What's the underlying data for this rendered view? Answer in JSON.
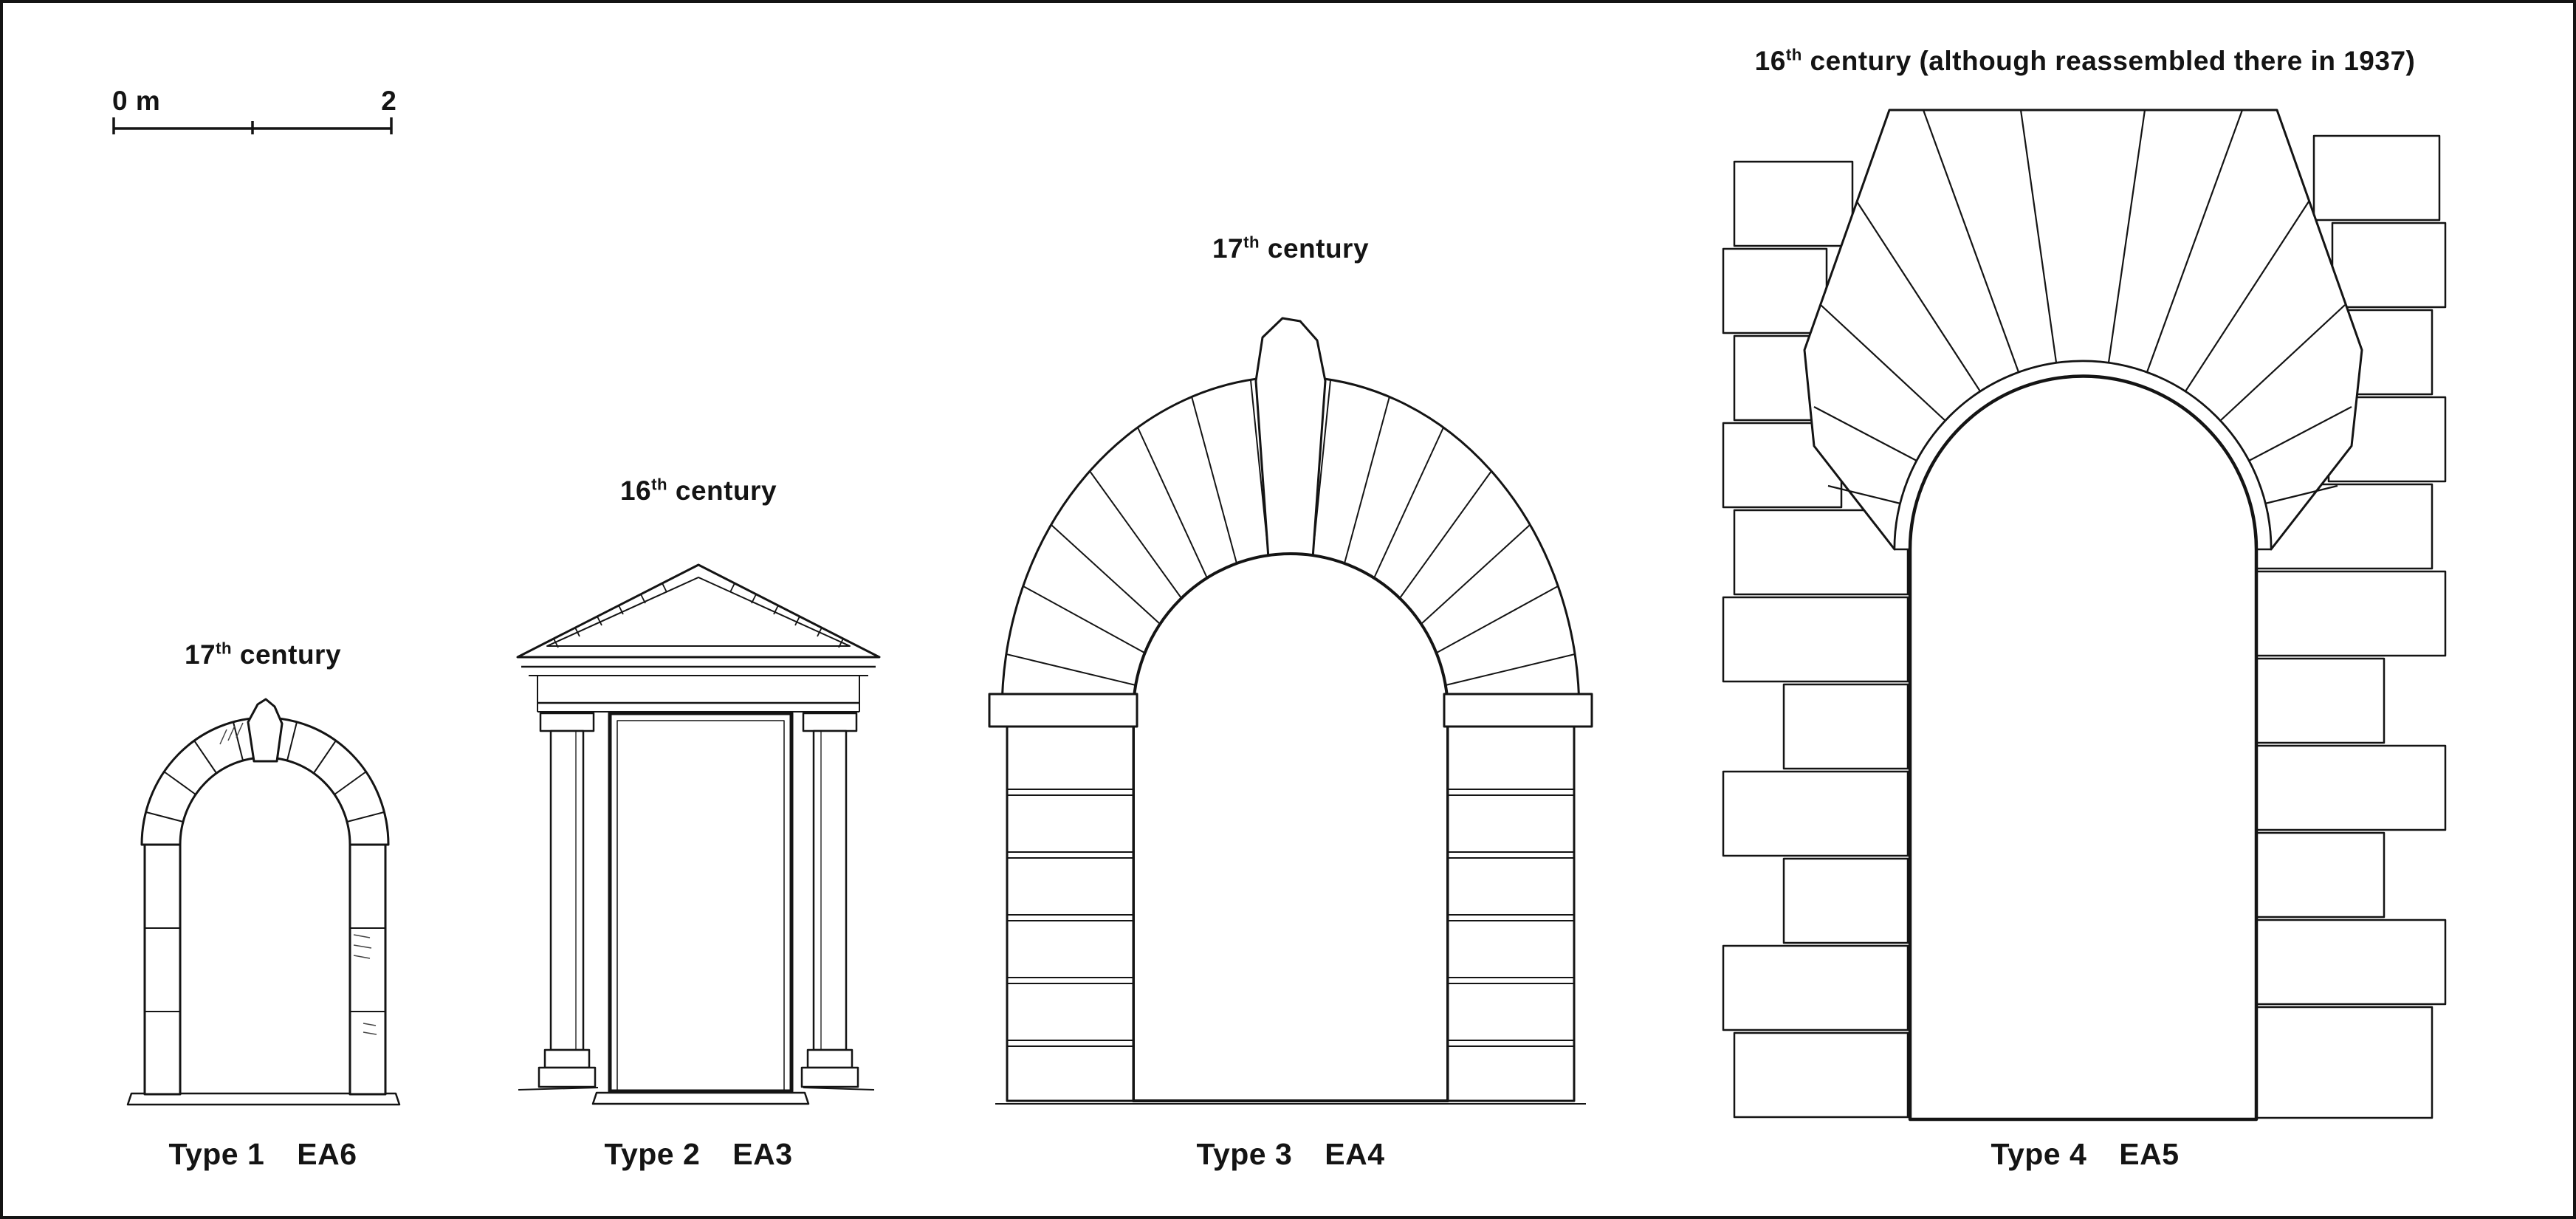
{
  "scale_bar": {
    "zero_label": "0 m",
    "end_label": "2"
  },
  "panels": [
    {
      "century_num": "17",
      "century_sup": "th",
      "century_rest": " century",
      "type_label": "Type 1",
      "code": "EA6"
    },
    {
      "century_num": "16",
      "century_sup": "th",
      "century_rest": " century",
      "type_label": "Type 2",
      "code": "EA3"
    },
    {
      "century_num": "17",
      "century_sup": "th",
      "century_rest": " century",
      "type_label": "Type 3",
      "code": "EA4"
    },
    {
      "century_num": "16",
      "century_sup": "th",
      "century_rest": " century (although reassembled there in 1937)",
      "type_label": "Type 4",
      "code": "EA5"
    }
  ],
  "colors": {
    "ink": "#141414",
    "paper": "#ffffff"
  }
}
